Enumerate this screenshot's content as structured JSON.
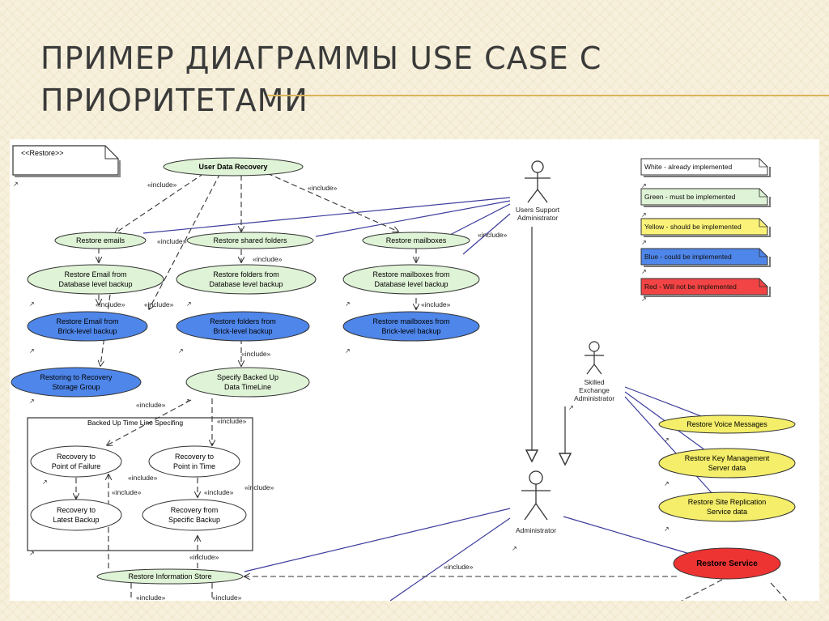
{
  "slide": {
    "title_line1": "Пример диаграммы USE CASE с",
    "title_line2": "приоритетами"
  },
  "diagram": {
    "package_label": "<<Restore>>",
    "use_cases": {
      "user_data_recovery": "User Data Recovery",
      "restore_emails": "Restore emails",
      "restore_shared_folders": "Restore shared folders",
      "restore_mailboxes": "Restore mailboxes",
      "restore_email_db_1": "Restore Email from",
      "restore_email_db_2": "Database level backup",
      "restore_folders_db_1": "Restore folders from",
      "restore_folders_db_2": "Database level backup",
      "restore_mailboxes_db_1": "Restore mailboxes from",
      "restore_mailboxes_db_2": "Database level backup",
      "restore_email_brick_1": "Restore Email from",
      "restore_email_brick_2": "Brick-level backup",
      "restore_folders_brick_1": "Restore folders from",
      "restore_folders_brick_2": "Brick-level backup",
      "restore_mailboxes_brick_1": "Restore mailboxes from",
      "restore_mailboxes_brick_2": "Brick-level backup",
      "recovery_storage_1": "Restoring to Recovery",
      "recovery_storage_2": "Storage Group",
      "specify_timeline_1": "Specify Backed Up",
      "specify_timeline_2": "Data TimeLine",
      "point_failure_1": "Recovery to",
      "point_failure_2": "Point of Failure",
      "point_time_1": "Recovery to",
      "point_time_2": "Point in Time",
      "latest_backup_1": "Recovery to",
      "latest_backup_2": "Latest Backup",
      "specific_backup_1": "Recovery from",
      "specific_backup_2": "Specific Backup",
      "restore_info_store": "Restore Information Store",
      "restore_voice": "Restore Voice Messages",
      "restore_key_1": "Restore Key Management",
      "restore_key_2": "Server data",
      "restore_site_1": "Restore Site Replication",
      "restore_site_2": "Service data",
      "restore_service": "Restore Service"
    },
    "actors": {
      "support_admin_1": "Users Support",
      "support_admin_2": "Administrator",
      "exchange_admin_1": "Skilled",
      "exchange_admin_2": "Exchange",
      "exchange_admin_3": "Administrator",
      "administrator": "Administrator"
    },
    "boundary_label": "Backed Up Time Line Specifing",
    "include_label": "«include»",
    "legend": [
      {
        "label": "White - already implemented",
        "color": "#ffffff"
      },
      {
        "label": "Green - must be implemented",
        "color": "#dff3d6"
      },
      {
        "label": "Yellow - should be implemented",
        "color": "#fbf27a"
      },
      {
        "label": "Blue - could be implemented",
        "color": "#4f86ea"
      },
      {
        "label": "Red - Will not be implemented",
        "color": "#f24444"
      }
    ],
    "colors": {
      "green": "#dff3d6",
      "blue": "#4f86ea",
      "yellow": "#f4ee6a",
      "red": "#ee3333",
      "line": "#333333",
      "assoc": "#3d3d9e"
    }
  }
}
